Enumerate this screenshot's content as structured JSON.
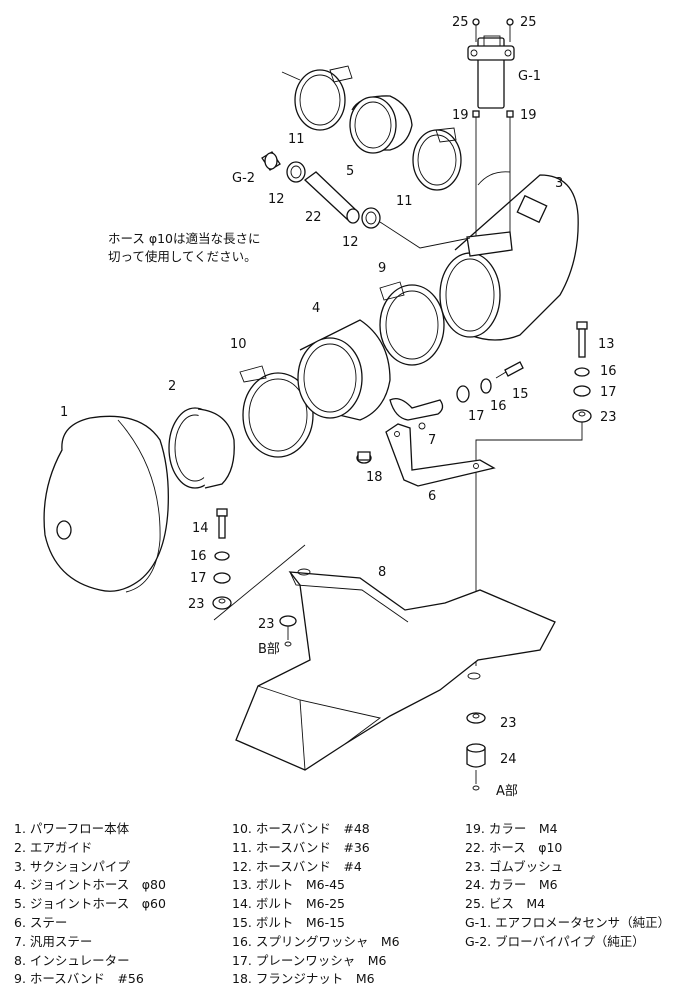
{
  "note": {
    "line1": "ホース φ10は適当な長さに",
    "line2": "切って使用してください。"
  },
  "callouts": {
    "n1": "1",
    "n2": "2",
    "n3": "3",
    "n4": "4",
    "n5": "5",
    "n6": "6",
    "n7": "7",
    "n8": "8",
    "n9": "9",
    "n10": "10",
    "n11a": "11",
    "n11b": "11",
    "n12a": "12",
    "n12b": "12",
    "n13": "13",
    "n14": "14",
    "n15": "15",
    "n16a": "16",
    "n16b": "16",
    "n16c": "16",
    "n17a": "17",
    "n17b": "17",
    "n17c": "17",
    "n18": "18",
    "n19a": "19",
    "n19b": "19",
    "n22": "22",
    "n23a": "23",
    "n23b": "23",
    "n23c": "23",
    "n23d": "23",
    "n24": "24",
    "n25a": "25",
    "n25b": "25",
    "g1": "G-1",
    "g2": "G-2",
    "partA": "A部",
    "partB": "B部"
  },
  "legend": {
    "col1": [
      "1. パワーフロー本体",
      "2. エアガイド",
      "3. サクションパイプ",
      "4. ジョイントホース　φ80",
      "5. ジョイントホース　φ60",
      "6. ステー",
      "7. 汎用ステー",
      "8. インシュレーター",
      "9. ホースバンド　#56"
    ],
    "col2": [
      "10. ホースバンド　#48",
      "11. ホースバンド　#36",
      "12. ホースバンド　#4",
      "13. ボルト　M6-45",
      "14. ボルト　M6-25",
      "15. ボルト　M6-15",
      "16. スプリングワッシャ　M6",
      "17. プレーンワッシャ　M6",
      "18. フランジナット　M6"
    ],
    "col3": [
      "19. カラー　M4",
      "22. ホース　φ10",
      "23. ゴムブッシュ",
      "24. カラー　M6",
      "25. ビス　M4",
      "G-1. エアフロメータセンサ（純正）",
      "G-2. ブローバイパイプ（純正）"
    ]
  }
}
